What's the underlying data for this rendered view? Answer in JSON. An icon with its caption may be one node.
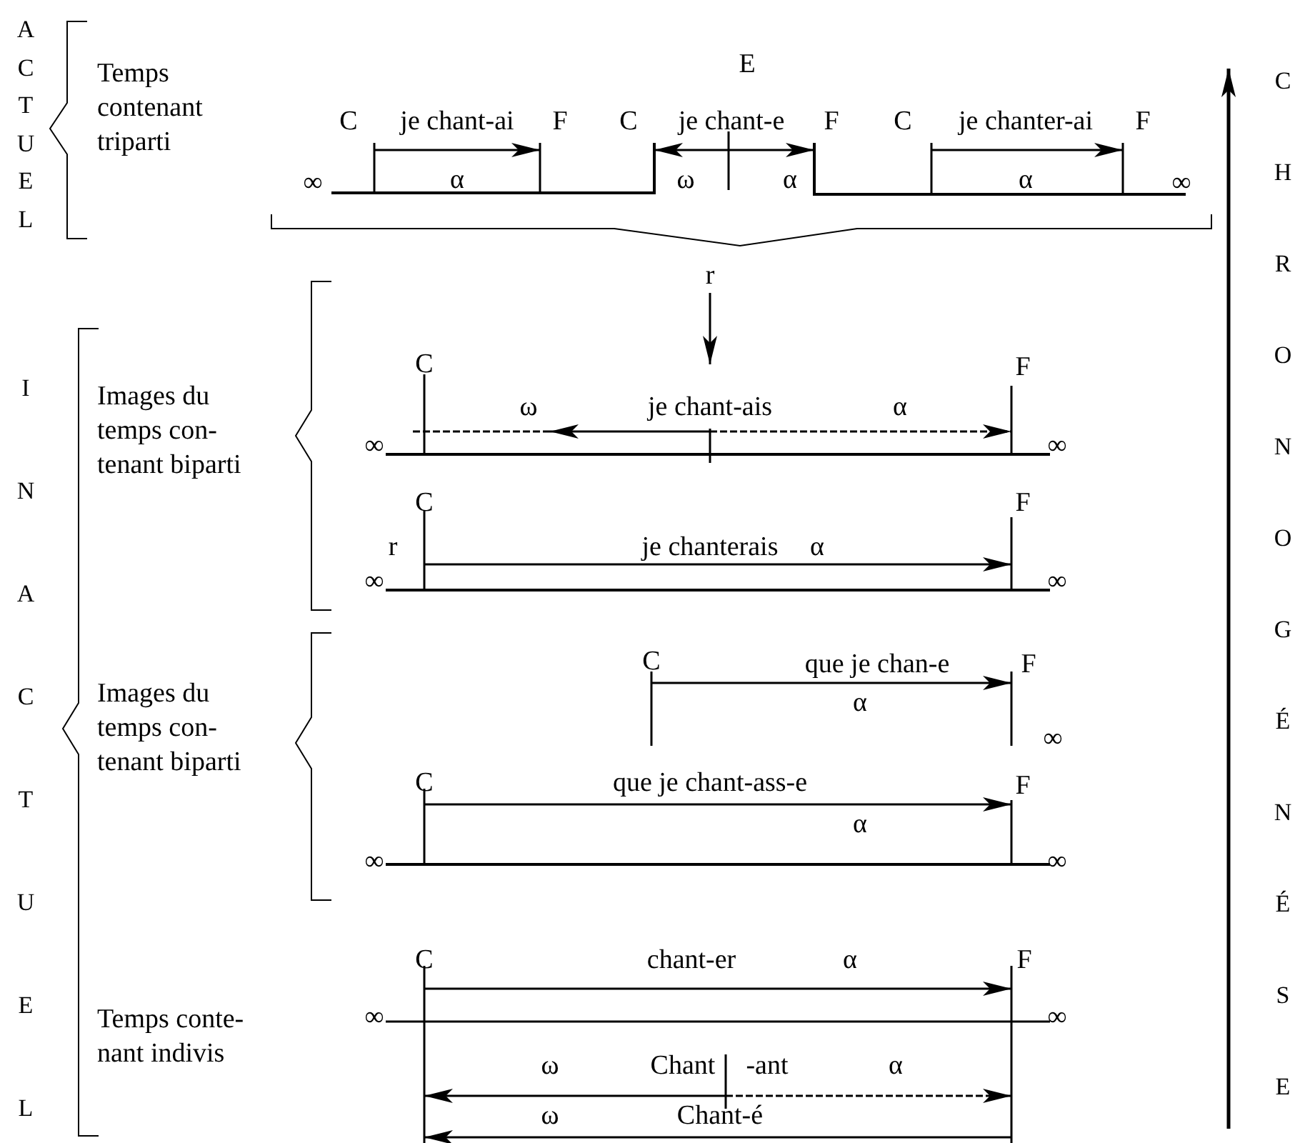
{
  "diagram": {
    "labels": [
      "ACTUEL",
      "Temps contenant triparti",
      "E",
      "C",
      "je chant-ai",
      "F",
      "C",
      "je chant-e",
      "F",
      "C",
      "je chanter-ai",
      "F",
      "∞",
      "α",
      "ω",
      "α",
      "α",
      "∞",
      "CHRONOGÉNÉSE",
      "r",
      "INACTUEL",
      "Images du temps con- tenant biparti",
      "C",
      "ω",
      "je chant-ais",
      "α",
      "F",
      "∞",
      "∞",
      "C",
      "r",
      "je chanterais",
      "α",
      "F",
      "∞",
      "∞",
      "C",
      "que je chan-e",
      "F",
      "α",
      "∞",
      "Images du temps con- tenant biparti",
      "C",
      "que je chant-ass-e",
      "F",
      "α",
      "∞",
      "∞",
      "C",
      "chant-er",
      "α",
      "F",
      "∞",
      "∞",
      "Temps conte- nant indivis",
      "ω",
      "Chant",
      "-ant",
      "α",
      "ω",
      "Chant-é"
    ]
  }
}
